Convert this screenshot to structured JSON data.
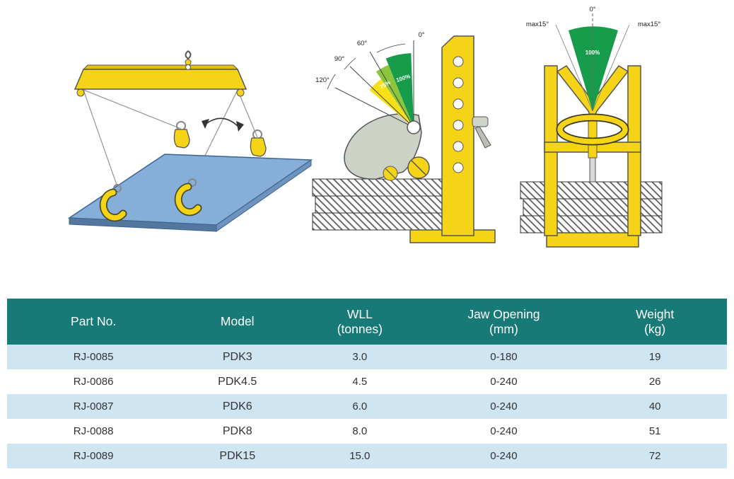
{
  "illustrations": {
    "middle": {
      "angle_labels": [
        "120°",
        "90°",
        "60°",
        "0°"
      ],
      "load_labels": [
        "75%",
        "100%"
      ]
    },
    "right": {
      "top_label": "0°",
      "left_label": "max15°",
      "right_label": "max15°",
      "load_label": "100%"
    }
  },
  "table": {
    "headers": [
      {
        "line1": "Part No.",
        "line2": ""
      },
      {
        "line1": "Model",
        "line2": ""
      },
      {
        "line1": "WLL",
        "line2": "(tonnes)"
      },
      {
        "line1": "Jaw Opening",
        "line2": "(mm)"
      },
      {
        "line1": "Weight",
        "line2": "(kg)"
      }
    ],
    "rows": [
      {
        "part": "RJ-0085",
        "model": "PDK3",
        "wll": "3.0",
        "jaw": "0-180",
        "weight": "19"
      },
      {
        "part": "RJ-0086",
        "model": "PDK4.5",
        "wll": "4.5",
        "jaw": "0-240",
        "weight": "26"
      },
      {
        "part": "RJ-0087",
        "model": "PDK6",
        "wll": "6.0",
        "jaw": "0-240",
        "weight": "40"
      },
      {
        "part": "RJ-0088",
        "model": "PDK8",
        "wll": "8.0",
        "jaw": "0-240",
        "weight": "51"
      },
      {
        "part": "RJ-0089",
        "model": "PDK15",
        "wll": "15.0",
        "jaw": "0-240",
        "weight": "72"
      }
    ]
  },
  "colors": {
    "header_bg": "#177a77",
    "header_text": "#ffffff",
    "row_alt_bg": "#cfe5f2",
    "accent_yellow": "#f5d417",
    "zone_green": "#169c4b",
    "zone_light_green": "#8cc63e",
    "zone_yellow": "#f7e017",
    "plate_blue": "#85aed8"
  }
}
